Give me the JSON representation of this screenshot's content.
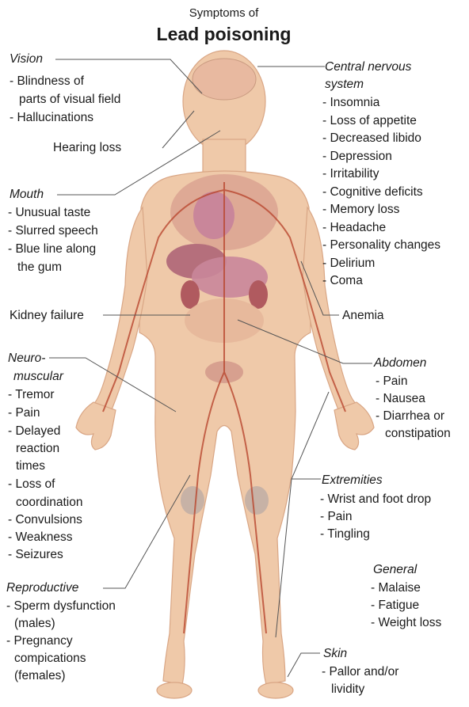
{
  "title": {
    "line1": "Symptoms of",
    "line2": "Lead poisoning"
  },
  "colors": {
    "skin": "#efc9a9",
    "skin_dark": "#d9a685",
    "vessel": "#b9472f",
    "organ": "#c9869a",
    "leader": "#555555"
  },
  "groups": {
    "vision": {
      "heading": "Vision",
      "items": [
        "- Blindness of",
        "  parts of visual field",
        "- Hallucinations"
      ]
    },
    "hearing": {
      "heading": "Hearing loss"
    },
    "mouth": {
      "heading": "Mouth",
      "items": [
        "- Unusual taste",
        "- Slurred speech",
        "- Blue line along",
        "  the gum"
      ]
    },
    "kidney": {
      "heading": "Kidney failure"
    },
    "neuromuscular": {
      "heading1": "Neuro-",
      "heading2": "muscular",
      "items": [
        "- Tremor",
        "- Pain",
        "- Delayed",
        "  reaction",
        "  times",
        "- Loss of",
        "  coordination",
        "- Convulsions",
        "- Weakness",
        "- Seizures"
      ]
    },
    "reproductive": {
      "heading": "Reproductive",
      "items": [
        "- Sperm dysfunction",
        "  (males)",
        "- Pregnancy",
        "  compications",
        "  (females)"
      ]
    },
    "cns": {
      "heading1": "Central nervous",
      "heading2": "system",
      "items": [
        "- Insomnia",
        "- Loss of appetite",
        "- Decreased libido",
        "- Depression",
        "- Irritability",
        "- Cognitive deficits",
        "- Memory loss",
        "- Headache",
        "- Personality changes",
        "- Delirium",
        "- Coma"
      ]
    },
    "anemia": {
      "heading": "Anemia"
    },
    "abdomen": {
      "heading": "Abdomen",
      "items": [
        "- Pain",
        "- Nausea",
        "- Diarrhea or",
        "  constipation"
      ]
    },
    "extremities": {
      "heading": "Extremities",
      "items": [
        "- Wrist and foot drop",
        "- Pain",
        "- Tingling"
      ]
    },
    "general": {
      "heading": "General",
      "items": [
        "- Malaise",
        "- Fatigue",
        "- Weight loss"
      ]
    },
    "skin": {
      "heading": "Skin",
      "items": [
        "- Pallor and/or",
        "  lividity"
      ]
    }
  }
}
